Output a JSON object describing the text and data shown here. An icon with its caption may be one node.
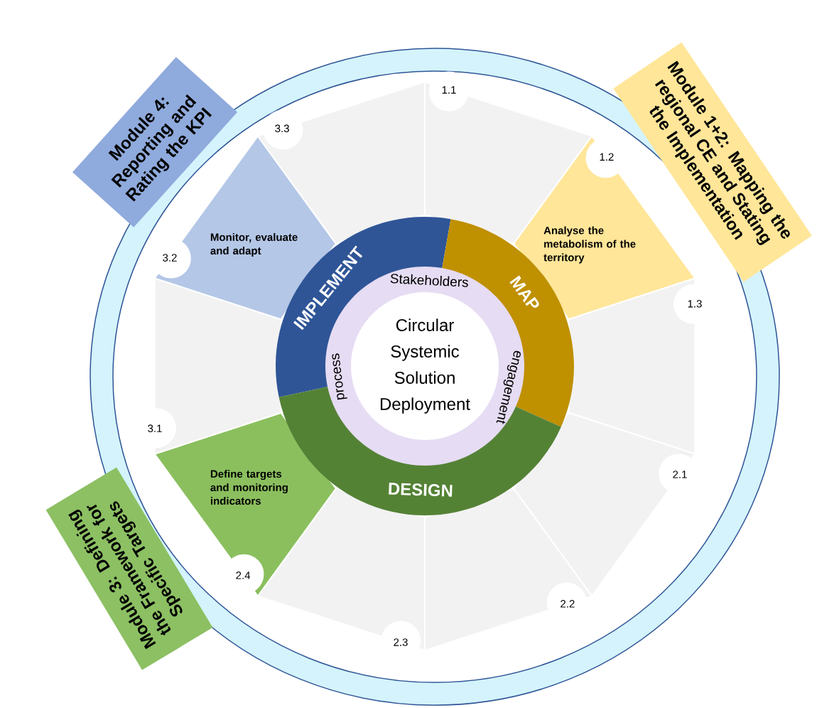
{
  "diagram": {
    "nodes": [
      {
        "text": [
          "Module 4: Reporting and Rating the KPI"
        ]
      },
      {
        "text": [
          "Module 1+2: Mapping the regional CE and Stating the Implementation"
        ]
      },
      {
        "text": [
          "Module 3: Defining the Framework for Specific Targets"
        ]
      },
      {
        "text": [
          "1.1"
        ]
      },
      {
        "text": [
          "1.2",
          "Analyse the metabolism of the territory"
        ]
      },
      {
        "text": [
          "1.3"
        ]
      },
      {
        "text": [
          "2.1"
        ]
      },
      {
        "text": [
          "2.2"
        ]
      },
      {
        "text": [
          "2.3"
        ]
      },
      {
        "text": [
          "Define targets and monitoring indicators",
          "2.4"
        ]
      },
      {
        "text": [
          "3.1"
        ]
      },
      {
        "text": [
          "Monitor, evaluate and adapt",
          "3.2"
        ]
      },
      {
        "text": [
          "3.3"
        ]
      },
      {
        "text": [
          "IMPLEMENT"
        ]
      },
      {
        "text": [
          "MAP"
        ]
      },
      {
        "text": [
          "DESIGN"
        ]
      },
      {
        "text": [
          "Stakeholders",
          "engagement",
          "process"
        ]
      },
      {
        "text": [
          "Circular Systemic Solution Deployment"
        ],
        "in": 16
      }
    ]
  }
}
